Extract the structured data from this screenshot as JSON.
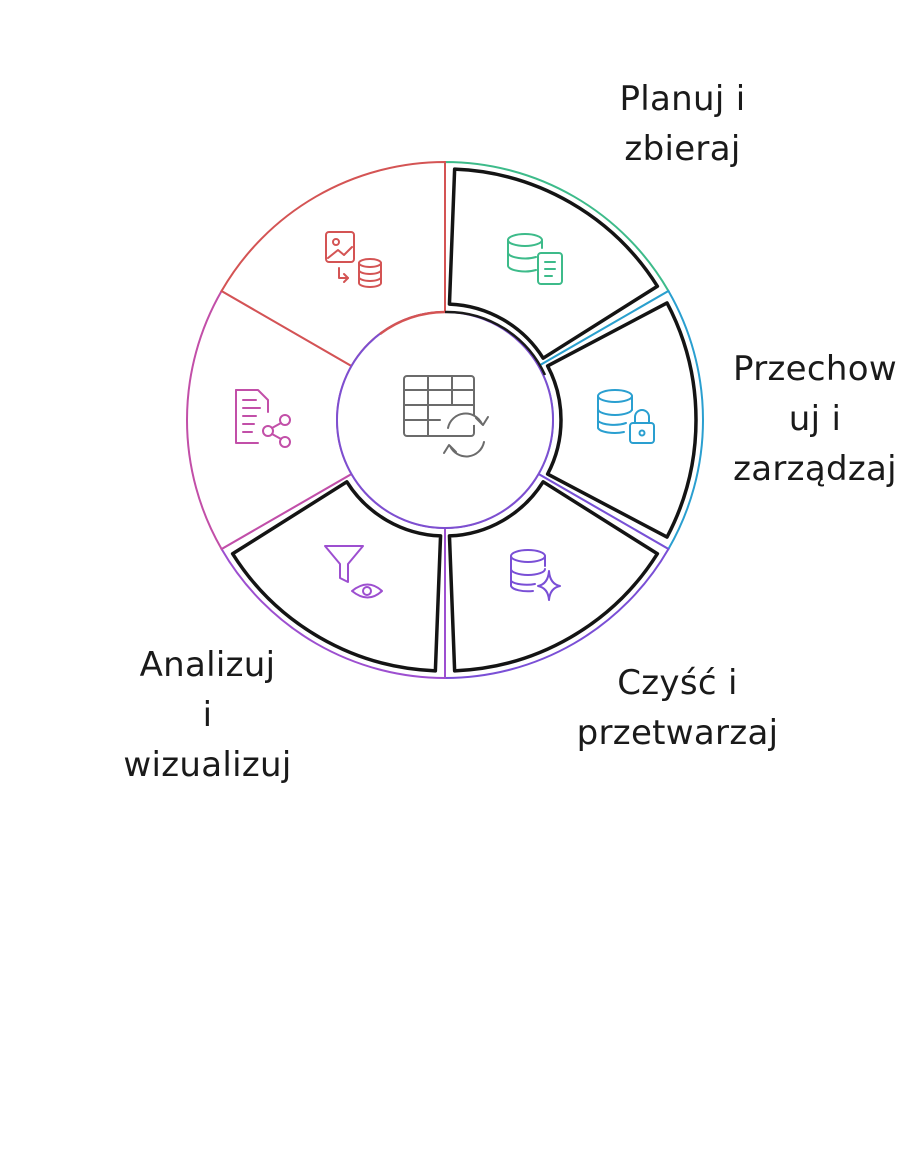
{
  "diagram": {
    "stages": [
      {
        "id": "plan",
        "lines": [
          "Planuj i",
          "zbieraj"
        ],
        "color": "#3dbb8a",
        "icon": "database-document-icon"
      },
      {
        "id": "store",
        "lines": [
          "Przechow",
          "uj i",
          "zarządzaj"
        ],
        "color": "#2a9fd0",
        "icon": "database-lock-icon"
      },
      {
        "id": "clean",
        "lines": [
          "Czyść i",
          "przetwarzaj"
        ],
        "color": "#7a4fd6",
        "icon": "database-sparkle-icon"
      },
      {
        "id": "analyze",
        "lines": [
          "Analizuj",
          "i",
          "wizualizuj"
        ],
        "color": "#9d4fd0",
        "icon": "filter-eye-icon"
      },
      {
        "id": "share",
        "lines": [],
        "color": "#c24fa8",
        "icon": "document-share-icon"
      },
      {
        "id": "transfer",
        "lines": [],
        "color": "#d45454",
        "icon": "image-to-database-icon"
      }
    ],
    "center_icon": "table-refresh-icon",
    "center_color": "#6b6b6b"
  }
}
